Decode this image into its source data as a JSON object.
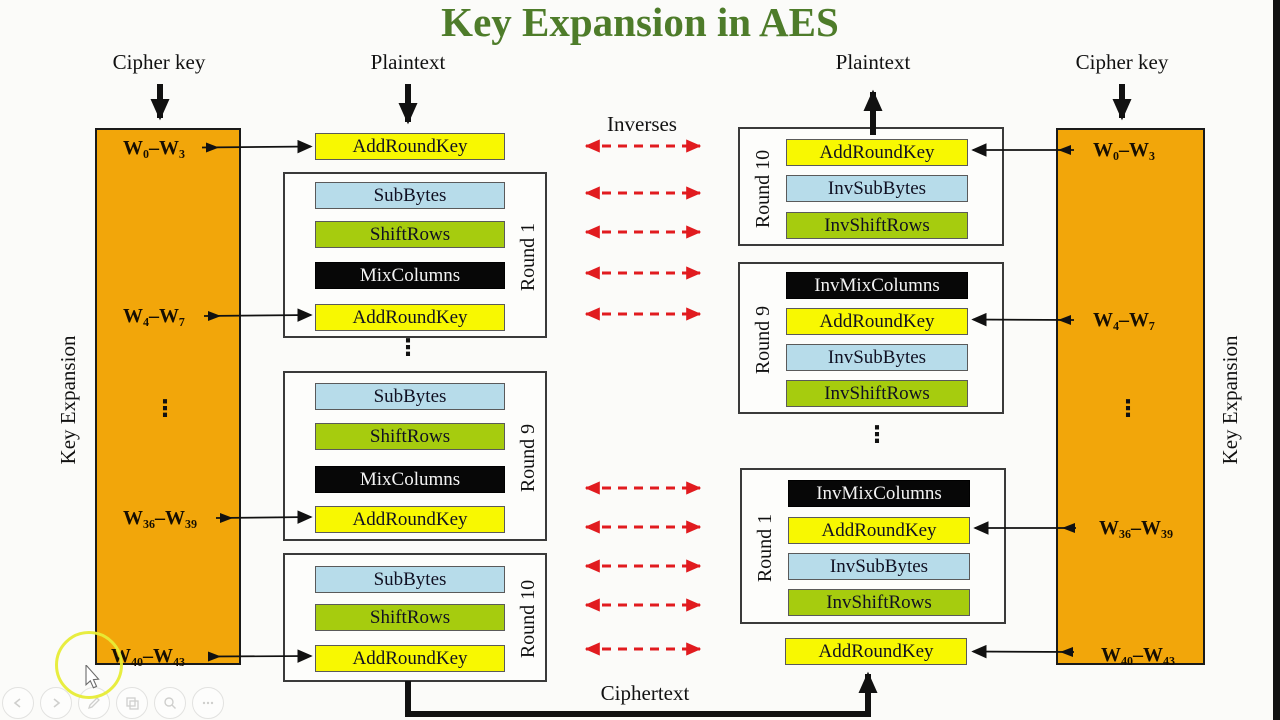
{
  "title": "Key Expansion in AES",
  "top_labels": {
    "cipher_key_left": "Cipher key",
    "plaintext_left": "Plaintext",
    "plaintext_right": "Plaintext",
    "cipher_key_right": "Cipher key"
  },
  "center_labels": {
    "inverses": "Inverses",
    "ciphertext": "Ciphertext"
  },
  "key_expansion_labels": {
    "left": "Key Expansion",
    "right": "Key Expansion"
  },
  "glyphs": {
    "vdots": "⋮"
  },
  "key_schedule_left": {
    "w0": "W₀–W₃",
    "w1": "W₄–W₇",
    "w2": "W₃₆–W₃₉",
    "w3": "W₄₀–W₄₃"
  },
  "key_schedule_right": {
    "w0": "W₀–W₃",
    "w1": "W₄–W₇",
    "w2": "W₃₆–W₃₉",
    "w3": "W₄₀–W₄₃"
  },
  "encrypt": {
    "initial_ark": "AddRoundKey",
    "rounds": [
      {
        "name": "Round 1",
        "steps": [
          {
            "label": "SubBytes",
            "color": "blue"
          },
          {
            "label": "ShiftRows",
            "color": "green"
          },
          {
            "label": "MixColumns",
            "color": "black"
          },
          {
            "label": "AddRoundKey",
            "color": "yellow"
          }
        ]
      },
      {
        "name": "Round 9",
        "steps": [
          {
            "label": "SubBytes",
            "color": "blue"
          },
          {
            "label": "ShiftRows",
            "color": "green"
          },
          {
            "label": "MixColumns",
            "color": "black"
          },
          {
            "label": "AddRoundKey",
            "color": "yellow"
          }
        ]
      },
      {
        "name": "Round 10",
        "steps": [
          {
            "label": "SubBytes",
            "color": "blue"
          },
          {
            "label": "ShiftRows",
            "color": "green"
          },
          {
            "label": "AddRoundKey",
            "color": "yellow"
          }
        ]
      }
    ]
  },
  "decrypt": {
    "final_ark": "AddRoundKey",
    "rounds": [
      {
        "name": "Round 10",
        "steps": [
          {
            "label": "AddRoundKey",
            "color": "yellow"
          },
          {
            "label": "InvSubBytes",
            "color": "blue"
          },
          {
            "label": "InvShiftRows",
            "color": "green"
          }
        ]
      },
      {
        "name": "Round 9",
        "steps": [
          {
            "label": "InvMixColumns",
            "color": "black"
          },
          {
            "label": "AddRoundKey",
            "color": "yellow"
          },
          {
            "label": "InvSubBytes",
            "color": "blue"
          },
          {
            "label": "InvShiftRows",
            "color": "green"
          }
        ]
      },
      {
        "name": "Round 1",
        "steps": [
          {
            "label": "InvMixColumns",
            "color": "black"
          },
          {
            "label": "AddRoundKey",
            "color": "yellow"
          },
          {
            "label": "InvSubBytes",
            "color": "blue"
          },
          {
            "label": "InvShiftRows",
            "color": "green"
          }
        ]
      }
    ]
  },
  "colors": {
    "orange_key_box": "#f2a60a",
    "yellow_step": "#f8f801",
    "blue_step": "#b7dcea",
    "green_step": "#a6cc0e",
    "black_step": "#070707",
    "red_arrow": "#e11b1f",
    "title_green": "#4e7c2a"
  },
  "player_controls": {
    "buttons": [
      "previous",
      "play",
      "draw",
      "slides",
      "zoom",
      "more"
    ]
  }
}
